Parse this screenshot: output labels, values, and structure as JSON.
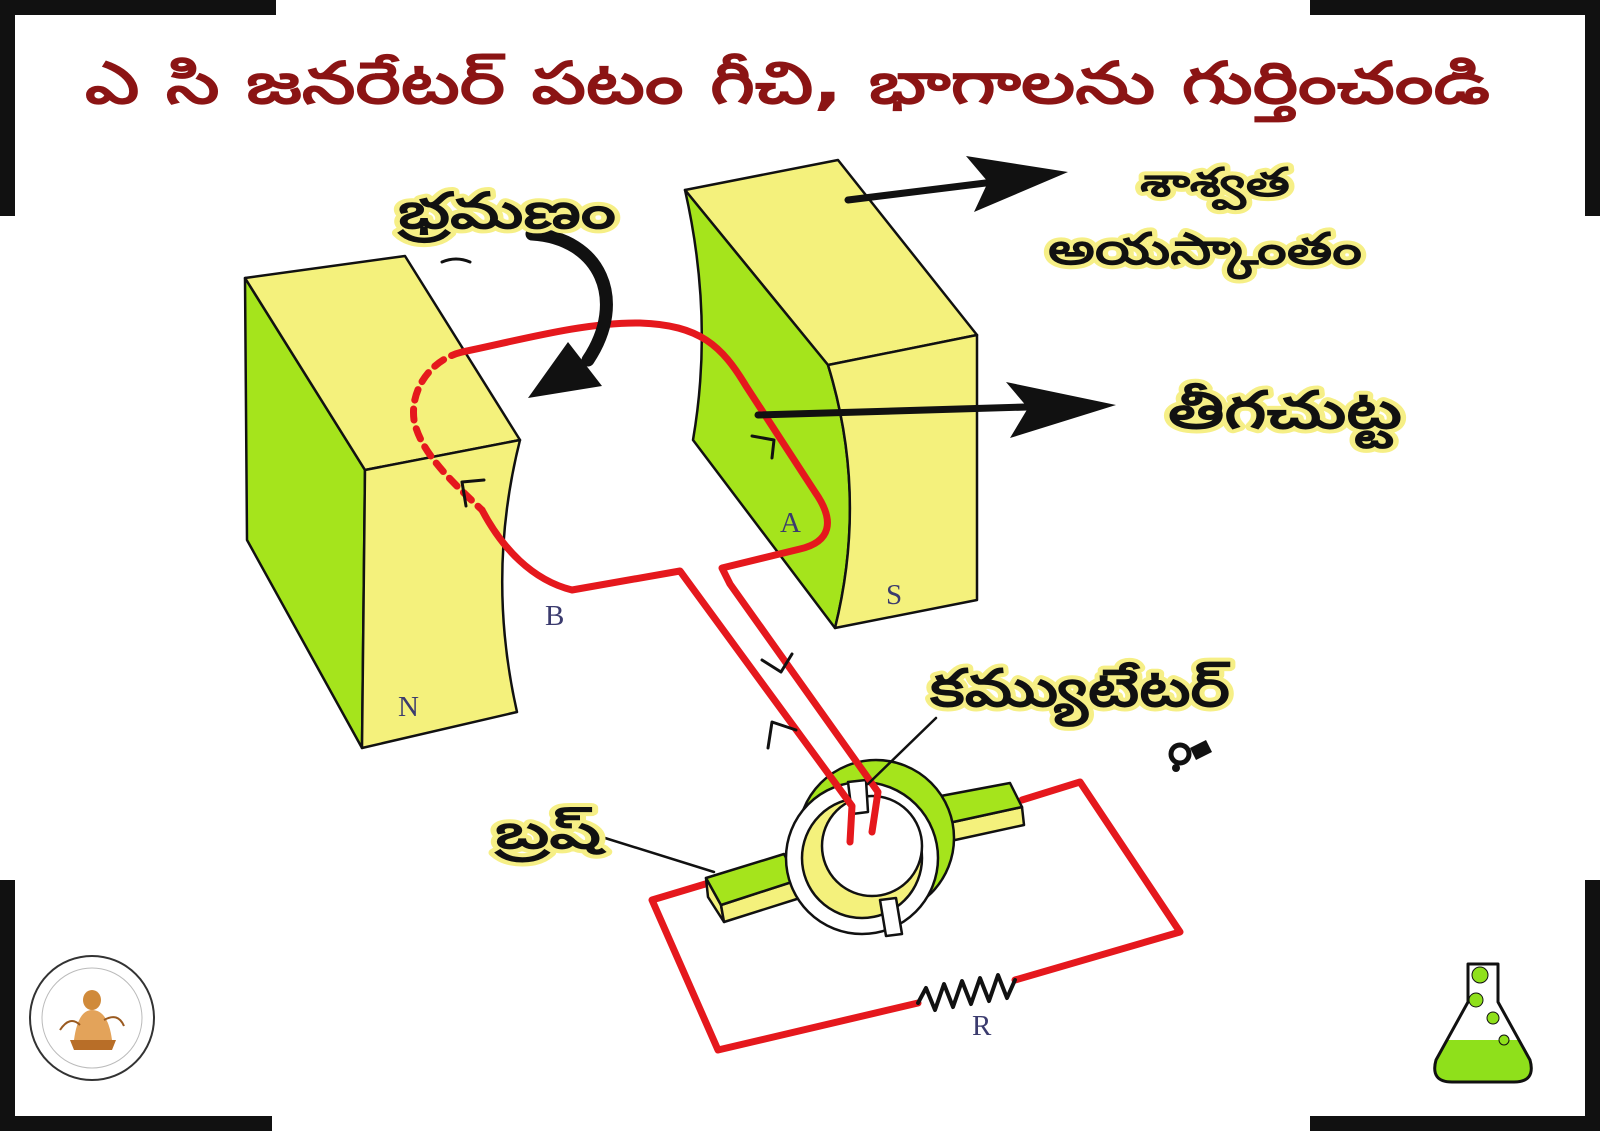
{
  "title": "ఎ సి జనరేటర్ పటం గీచి, భాగాలను గుర్తించండి",
  "labels": {
    "rotation": "భ్రమణం",
    "permanent_magnet": [
      "శాశ్వత",
      "అయస్కాంతం"
    ],
    "coil": "తీగచుట్ట",
    "commutator": "కమ్యుటేటర్",
    "brush": "బ్రష్"
  },
  "markers": {
    "north_pole": "N",
    "south_pole": "S",
    "coil_side_a": "A",
    "coil_side_b": "B",
    "resistor": "R"
  },
  "icons": {
    "rotation": "curved-arrow-icon",
    "pointer": "arrow-right-icon",
    "logo": "saraswati-logo",
    "flask": "conical-flask-icon",
    "glyph": "decorative-glyph-icon"
  },
  "colors": {
    "title": "#8b1414",
    "magnet_face": "#f4f17c",
    "magnet_side": "#a5e41c",
    "wire": "#e5181d",
    "label_glow": "#f6ef86",
    "marker_text": "#3b3b6e",
    "flask_liquid": "#8fe01b"
  }
}
